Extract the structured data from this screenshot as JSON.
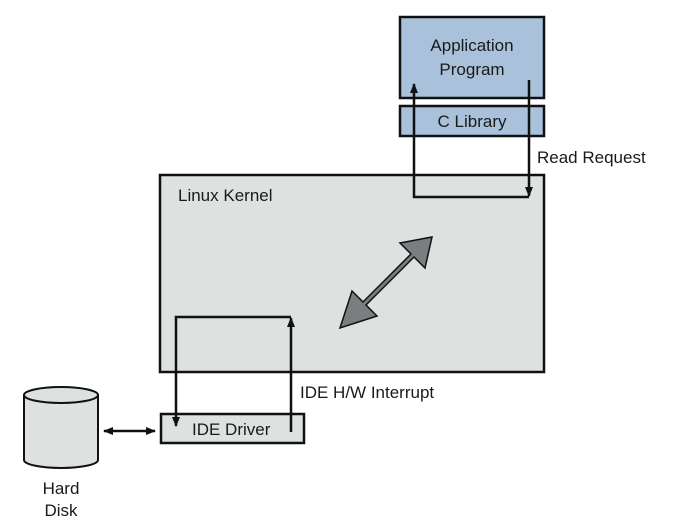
{
  "app": {
    "line1": "Application",
    "line2": "Program"
  },
  "clib": {
    "label": "C Library"
  },
  "kernel": {
    "label": "Linux Kernel"
  },
  "driver": {
    "label": "IDE Driver"
  },
  "disk": {
    "line1": "Hard",
    "line2": "Disk"
  },
  "annotations": {
    "read_request": "Read Request",
    "interrupt": "IDE H/W Interrupt"
  },
  "colors": {
    "app_fill": "#a9c1da",
    "box_fill": "#dde1df",
    "outline": "#111111",
    "big_arrow": "#7b7d80"
  }
}
